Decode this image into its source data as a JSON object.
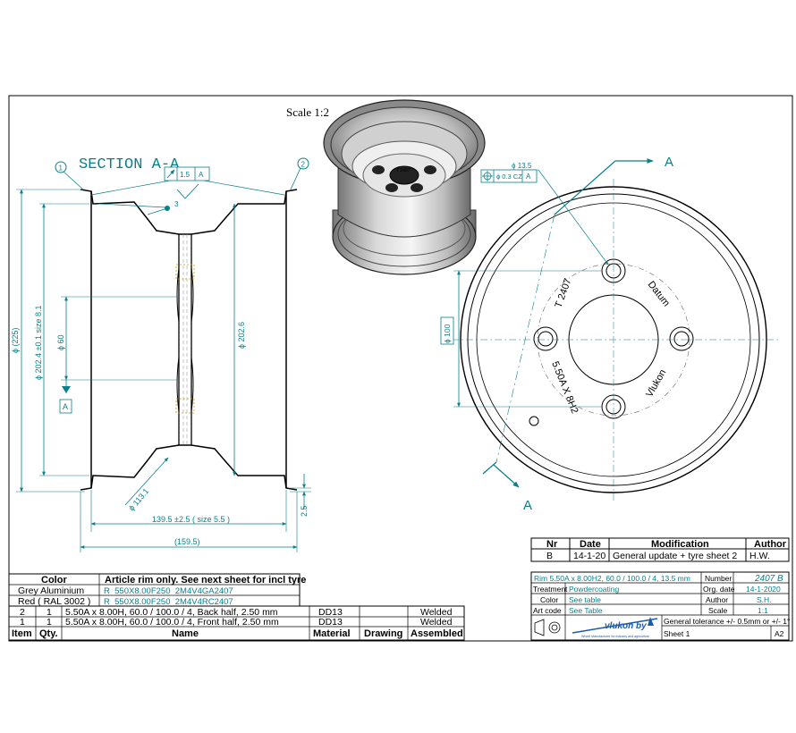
{
  "scale_label": "Scale 1:2",
  "section": {
    "title": "SECTION A-A",
    "marker_1": "1",
    "marker_2": "2",
    "roundness_value": "1.5",
    "roundness_ref": "A",
    "surface_value": "3",
    "datum_box": "A",
    "dim_dia_225": "ϕ (225)",
    "dim_dia_2024": "ϕ 202.4 ±0.1 size 8.1",
    "dim_dia_60": "ϕ 60",
    "dim_dia_2026": "ϕ 202.6",
    "dim_dia_1131": "ϕ 113.1",
    "dim_1395": "139.5 ±2.5 ( size 5.5 )",
    "dim_1595": "(159.5)",
    "dim_25": "2.5"
  },
  "front_view": {
    "section_arrow_label_top": "A",
    "section_arrow_label_bottom": "A",
    "hole_dia": "ϕ 13.5",
    "position_tol_value": "ϕ 0.3 CZ",
    "position_tol_ref": "A",
    "pcd_dim": "ϕ 100",
    "text_top_left": "T 2407",
    "text_top_right": "Datum",
    "text_bottom_left": "5.50A X 8H2",
    "text_bottom_right": "Vlukon"
  },
  "revision_table": {
    "headers": [
      "Nr",
      "Date",
      "Modification",
      "Author"
    ],
    "rows": [
      [
        "B",
        "14-1-20",
        "General update + tyre sheet 2",
        "H.W."
      ]
    ]
  },
  "title_block": {
    "description": "Rim 5.50A x 8.00H2,  60.0 / 100.0 / 4,  13.5 mm",
    "number_label": "Number",
    "number_value": "2407 B",
    "treatment_label": "Treatment",
    "treatment_value": "Powdercoating",
    "org_date_label": "Org. date",
    "org_date_value": "14-1-2020",
    "color_label": "Color",
    "color_value": "See table",
    "author_label": "Author",
    "author_value": "S.H.",
    "art_code_label": "Art code",
    "art_code_value": "See Table",
    "scale_label": "Scale",
    "scale_value": "1:1",
    "company_logo": "vlukon by",
    "company_tagline": "Wheel Manufacturer for industry and agriculture",
    "tolerance": "General tolerance +/- 0.5mm or +/- 1°",
    "sheet": "Sheet 1",
    "format": "A2"
  },
  "color_table": {
    "header_color": "Color",
    "header_article": "Article rim only. See next sheet for incl tyre",
    "rows": [
      {
        "color": "Grey Aluminium",
        "code": "R_550X8.00F250_2M4V4GA2407"
      },
      {
        "color": "Red ( RAL 3002 )",
        "code": "R_550X8.00F250_2M4V4RC2407"
      }
    ]
  },
  "parts_list": {
    "headers": [
      "Item",
      "Qty.",
      "Name",
      "Material",
      "Drawing",
      "Assembled"
    ],
    "rows": [
      [
        "2",
        "1",
        "5.50A x 8.00H,  60.0 / 100.0 / 4, Back half, 2.50 mm",
        "DD13",
        "",
        "Welded"
      ],
      [
        "1",
        "1",
        "5.50A x 8.00H,  60.0 / 100.0 / 4, Front half, 2.50 mm",
        "DD13",
        "",
        "Welded"
      ]
    ]
  },
  "colors": {
    "dimension": "#0a7f8a",
    "outline": "#000000"
  }
}
